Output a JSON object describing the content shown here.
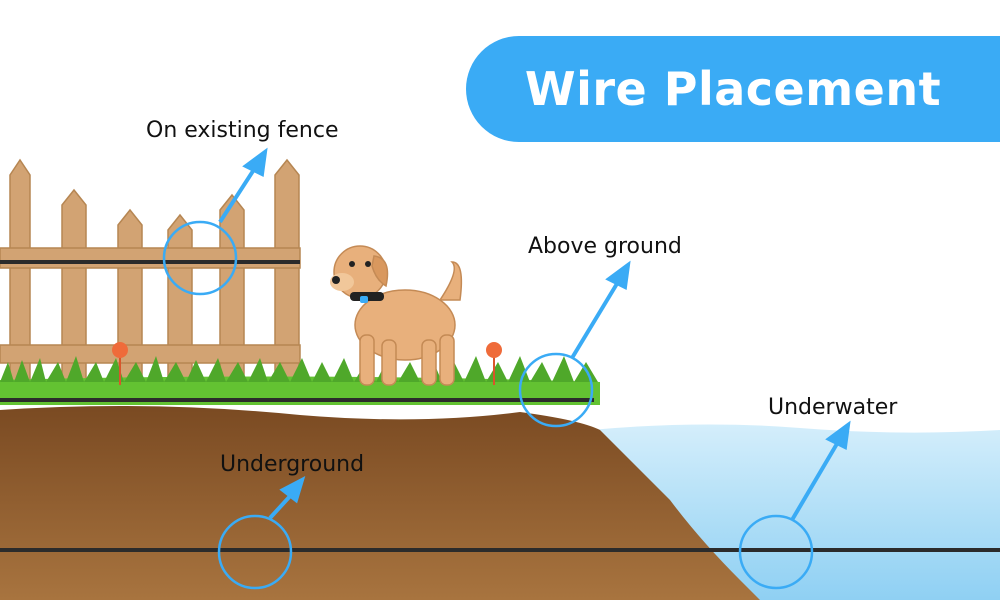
{
  "title": "Wire Placement",
  "labels": {
    "fence": "On existing fence",
    "above": "Above ground",
    "underground": "Underground",
    "underwater": "Underwater"
  },
  "colors": {
    "title_bg": "#3aabf5",
    "arrow": "#3aabf5",
    "wire": "#2b2b2b",
    "soil": "#8f5b2e",
    "grass": "#63c232",
    "water": "#aee0f7",
    "fence": "#d2a373",
    "dog": "#e8b07c"
  },
  "icons": [
    "dog-illustration",
    "fence-illustration",
    "flag-marker-icon"
  ]
}
